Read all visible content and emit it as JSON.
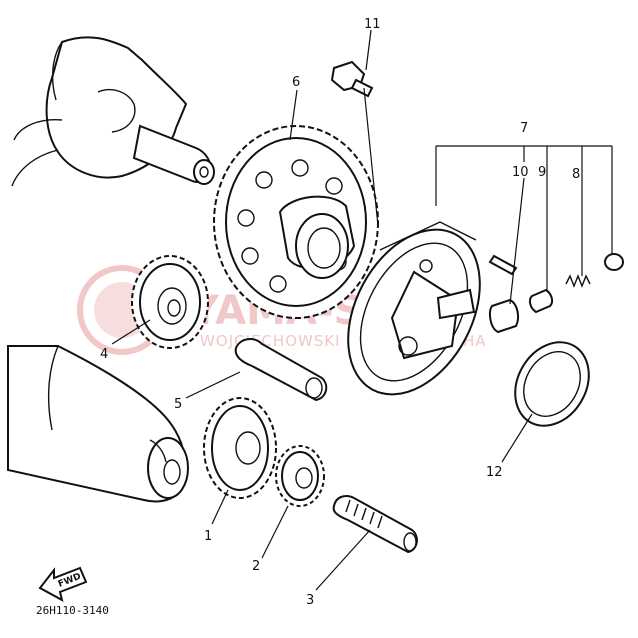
{
  "diagram": {
    "part_code": "26H110-3140",
    "fwd_label": "FWD",
    "callouts": [
      {
        "id": "1",
        "label": "1"
      },
      {
        "id": "2",
        "label": "2"
      },
      {
        "id": "3",
        "label": "3"
      },
      {
        "id": "4",
        "label": "4"
      },
      {
        "id": "5",
        "label": "5"
      },
      {
        "id": "6",
        "label": "6"
      },
      {
        "id": "7",
        "label": "7"
      },
      {
        "id": "8",
        "label": "8"
      },
      {
        "id": "9",
        "label": "9"
      },
      {
        "id": "10",
        "label": "10"
      },
      {
        "id": "11",
        "label": "11"
      },
      {
        "id": "12",
        "label": "12"
      }
    ]
  },
  "watermark": {
    "brand": "YAMA-SKLEP",
    "dealer": "WOJCIECHOWSKI DEALER YAMAHA",
    "color": "#f1c7c7"
  }
}
